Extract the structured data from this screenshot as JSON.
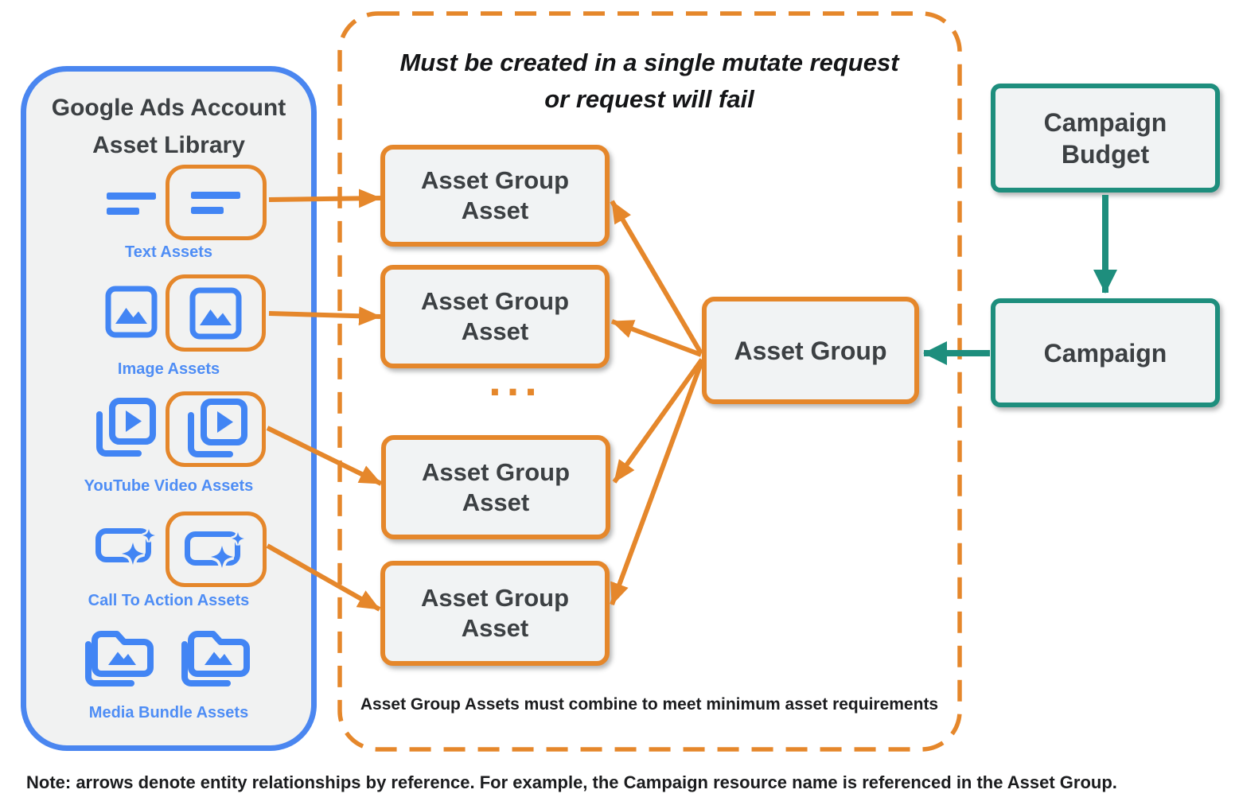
{
  "library": {
    "title": "Google Ads Account\nAsset Library",
    "items": [
      {
        "label": "Text Assets",
        "icon": "text-asset-icon"
      },
      {
        "label": "Image Assets",
        "icon": "image-asset-icon"
      },
      {
        "label": "YouTube Video  Assets",
        "icon": "youtube-video-asset-icon"
      },
      {
        "label": "Call To Action Assets",
        "icon": "call-to-action-asset-icon"
      },
      {
        "label": "Media Bundle  Assets",
        "icon": "media-bundle-asset-icon"
      }
    ]
  },
  "mutate_panel": {
    "title": "Must be created in a single mutate request\nor request will fail",
    "asset_group_asset_boxes": [
      "Asset Group\nAsset",
      "Asset Group\nAsset",
      "Asset Group\nAsset",
      "Asset Group\nAsset"
    ],
    "ellipsis": "...",
    "footnote": "Asset Group Assets must combine to meet minimum asset requirements"
  },
  "asset_group": {
    "label": "Asset Group"
  },
  "campaign_budget": {
    "label": "Campaign\nBudget"
  },
  "campaign": {
    "label": "Campaign"
  },
  "note": "Note: arrows denote entity relationships by reference. For example, the Campaign resource name is referenced in the Asset Group.",
  "colors": {
    "orange": "#E5872B",
    "blue": "#4285F4",
    "blue_label": "#4E8DF5",
    "teal": "#1E8E7D",
    "node_fill": "#F1F3F4",
    "panel_fill": "#F1F2F2",
    "text_dark": "#3C4043",
    "text_black": "#1B1C1E"
  }
}
